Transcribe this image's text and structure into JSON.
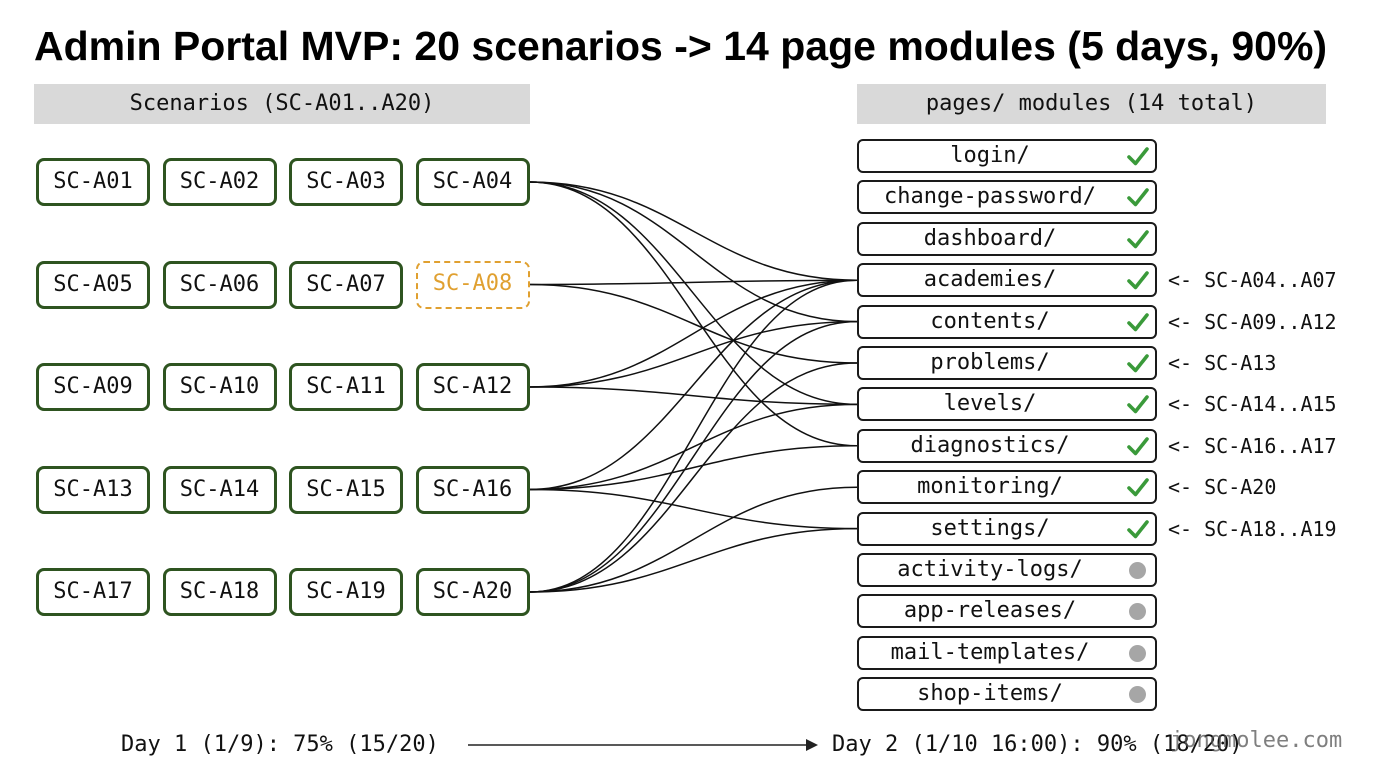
{
  "title": "Admin Portal MVP: 20 scenarios -> 14 page modules (5 days, 90%)",
  "left_header": "Scenarios (SC-A01..A20)",
  "right_header": "pages/ modules (14 total)",
  "scenarios": [
    {
      "id": "SC-A01",
      "status": "done"
    },
    {
      "id": "SC-A02",
      "status": "done"
    },
    {
      "id": "SC-A03",
      "status": "done"
    },
    {
      "id": "SC-A04",
      "status": "done"
    },
    {
      "id": "SC-A05",
      "status": "done"
    },
    {
      "id": "SC-A06",
      "status": "done"
    },
    {
      "id": "SC-A07",
      "status": "done"
    },
    {
      "id": "SC-A08",
      "status": "pending"
    },
    {
      "id": "SC-A09",
      "status": "done"
    },
    {
      "id": "SC-A10",
      "status": "done"
    },
    {
      "id": "SC-A11",
      "status": "done"
    },
    {
      "id": "SC-A12",
      "status": "done"
    },
    {
      "id": "SC-A13",
      "status": "done"
    },
    {
      "id": "SC-A14",
      "status": "done"
    },
    {
      "id": "SC-A15",
      "status": "done"
    },
    {
      "id": "SC-A16",
      "status": "done"
    },
    {
      "id": "SC-A17",
      "status": "done"
    },
    {
      "id": "SC-A18",
      "status": "done"
    },
    {
      "id": "SC-A19",
      "status": "done"
    },
    {
      "id": "SC-A20",
      "status": "done"
    }
  ],
  "modules": [
    {
      "name": "login/",
      "status": "done",
      "note": ""
    },
    {
      "name": "change-password/",
      "status": "done",
      "note": ""
    },
    {
      "name": "dashboard/",
      "status": "done",
      "note": ""
    },
    {
      "name": "academies/",
      "status": "done",
      "note": "<- SC-A04..A07"
    },
    {
      "name": "contents/",
      "status": "done",
      "note": "<- SC-A09..A12"
    },
    {
      "name": "problems/",
      "status": "done",
      "note": "<- SC-A13"
    },
    {
      "name": "levels/",
      "status": "done",
      "note": "<- SC-A14..A15"
    },
    {
      "name": "diagnostics/",
      "status": "done",
      "note": "<- SC-A16..A17"
    },
    {
      "name": "monitoring/",
      "status": "done",
      "note": "<- SC-A20"
    },
    {
      "name": "settings/",
      "status": "done",
      "note": "<- SC-A18..A19"
    },
    {
      "name": "activity-logs/",
      "status": "pending",
      "note": ""
    },
    {
      "name": "app-releases/",
      "status": "pending",
      "note": ""
    },
    {
      "name": "mail-templates/",
      "status": "pending",
      "note": ""
    },
    {
      "name": "shop-items/",
      "status": "pending",
      "note": ""
    }
  ],
  "connections": [
    {
      "from": "SC-A04",
      "to": "academies/"
    },
    {
      "from": "SC-A04",
      "to": "contents/"
    },
    {
      "from": "SC-A04",
      "to": "levels/"
    },
    {
      "from": "SC-A04",
      "to": "diagnostics/"
    },
    {
      "from": "SC-A08",
      "to": "academies/"
    },
    {
      "from": "SC-A08",
      "to": "problems/"
    },
    {
      "from": "SC-A12",
      "to": "academies/"
    },
    {
      "from": "SC-A12",
      "to": "contents/"
    },
    {
      "from": "SC-A12",
      "to": "levels/"
    },
    {
      "from": "SC-A16",
      "to": "academies/"
    },
    {
      "from": "SC-A16",
      "to": "levels/"
    },
    {
      "from": "SC-A16",
      "to": "diagnostics/"
    },
    {
      "from": "SC-A16",
      "to": "settings/"
    },
    {
      "from": "SC-A20",
      "to": "academies/"
    },
    {
      "from": "SC-A20",
      "to": "contents/"
    },
    {
      "from": "SC-A20",
      "to": "problems/"
    },
    {
      "from": "SC-A20",
      "to": "monitoring/"
    },
    {
      "from": "SC-A20",
      "to": "settings/"
    }
  ],
  "footer": {
    "day1": "Day 1 (1/9): 75% (15/20)",
    "day2": "Day 2 (1/10 16:00): 90% (18/20)",
    "watermark": "jongmolee.com"
  },
  "colors": {
    "done_border": "#2e5420",
    "pending_border": "#e0a030",
    "check": "#3a9a3a",
    "pending_dot": "#a6a6a6",
    "header_bg": "#d9d9d9"
  },
  "icons": {
    "done": "check-icon",
    "pending": "pending-dot-icon"
  }
}
